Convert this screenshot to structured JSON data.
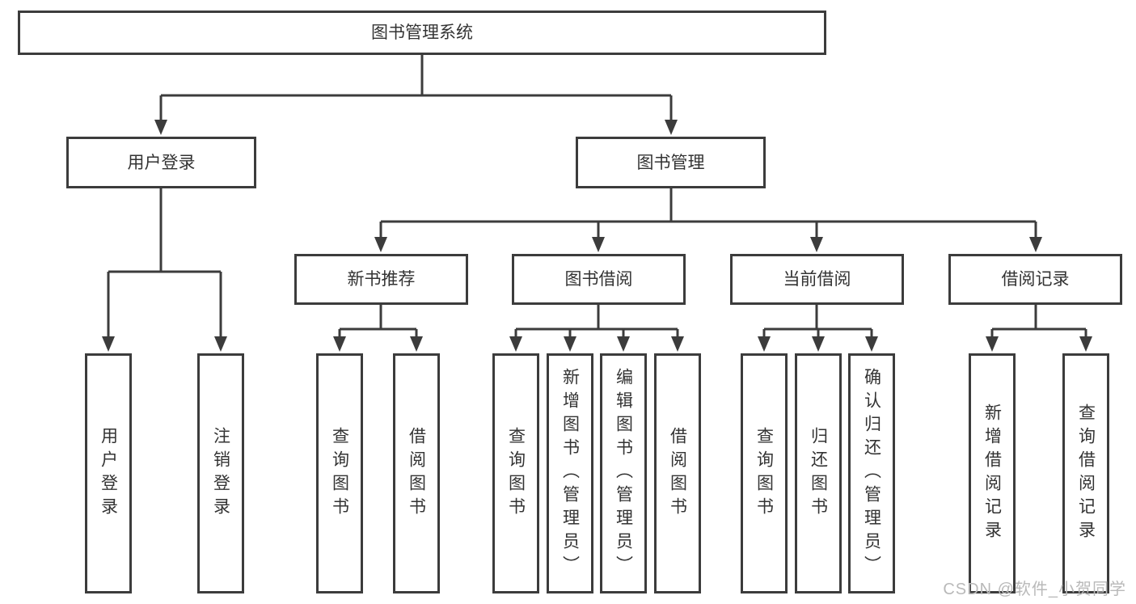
{
  "tree": {
    "label": "图书管理系统",
    "children": [
      {
        "label": "用户登录",
        "children": [
          {
            "label": "用户登录"
          },
          {
            "label": "注销登录"
          }
        ]
      },
      {
        "label": "图书管理",
        "children": [
          {
            "label": "新书推荐",
            "children": [
              {
                "label": "查询图书"
              },
              {
                "label": "借阅图书"
              }
            ]
          },
          {
            "label": "图书借阅",
            "children": [
              {
                "label": "查询图书"
              },
              {
                "label": "新增图书（管理员）"
              },
              {
                "label": "编辑图书（管理员）"
              },
              {
                "label": "借阅图书"
              }
            ]
          },
          {
            "label": "当前借阅",
            "children": [
              {
                "label": "查询图书"
              },
              {
                "label": "归还图书"
              },
              {
                "label": "确认归还（管理员）"
              }
            ]
          },
          {
            "label": "借阅记录",
            "children": [
              {
                "label": "新增借阅记录"
              },
              {
                "label": "查询借阅记录"
              }
            ]
          }
        ]
      }
    ]
  },
  "colors": {
    "line": "#3c3c3c",
    "text": "#333333",
    "watermark": "#b9b9b9",
    "background": "#ffffff"
  },
  "watermark": "CSDN @软件_小贺同学"
}
